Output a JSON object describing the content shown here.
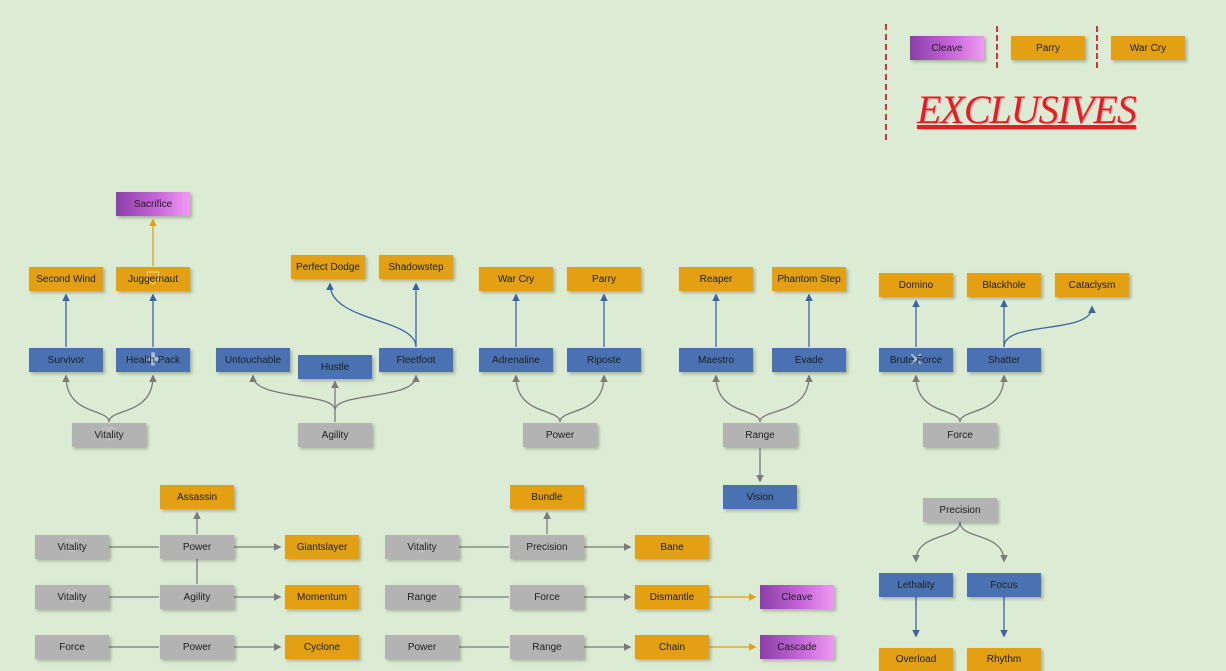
{
  "legend": {
    "title": "EXCLUSIVES",
    "items": [
      {
        "label": "Cleave",
        "color": "purple"
      },
      {
        "label": "Parry",
        "color": "orange"
      },
      {
        "label": "War Cry",
        "color": "orange"
      }
    ]
  },
  "colors": {
    "background": "#dcebd3",
    "base_stat": "#b3b3b3",
    "tier_skill": "#4a72b2",
    "ability": "#e2a012",
    "exclusive": "#b052c8",
    "edge_grey": "#7a7a7a",
    "edge_blue": "#3e63a3",
    "edge_orange": "#e2a012",
    "title_red": "#e41e26"
  },
  "nodes": {
    "sacrifice": "Sacrifice",
    "second_wind": "Second Wind",
    "juggernaut": "Juggernaut",
    "survivor": "Survivor",
    "health_pack": "Health Pack",
    "vitality_1": "Vitality",
    "perfect_dodge": "Perfect Dodge",
    "shadowstep": "Shadowstep",
    "untouchable": "Untouchable",
    "hustle": "Hustle",
    "fleetfoot": "Fleetfoot",
    "agility_1": "Agility",
    "war_cry": "War Cry",
    "parry": "Parry",
    "adrenaline": "Adrenaline",
    "riposte": "Riposte",
    "power_1": "Power",
    "reaper": "Reaper",
    "phantom_step": "Phantom Step",
    "maestro": "Maestro",
    "evade": "Evade",
    "range_1": "Range",
    "vision": "Vision",
    "domino": "Domino",
    "blackhole": "Blackhole",
    "cataclysm": "Cataclysm",
    "brute_force": "Brute Force",
    "shatter": "Shatter",
    "force_1": "Force",
    "assassin": "Assassin",
    "vitality_2": "Vitality",
    "power_2": "Power",
    "giantslayer": "Giantslayer",
    "vitality_3": "Vitality",
    "agility_2": "Agility",
    "momentum": "Momentum",
    "force_2": "Force",
    "power_3": "Power",
    "cyclone": "Cyclone",
    "bundle": "Bundle",
    "vitality_4": "Vitality",
    "precision_1": "Precision",
    "bane": "Bane",
    "range_2": "Range",
    "force_3": "Force",
    "dismantle": "Dismantle",
    "cleave": "Cleave",
    "power_4": "Power",
    "range_3": "Range",
    "chain": "Chain",
    "cascade": "Cascade",
    "precision_2": "Precision",
    "lethality": "Lethality",
    "focus": "Focus",
    "overload": "Overload",
    "rhythm": "Rhythm"
  },
  "icons": {
    "vitality": "heart-icon",
    "agility": "running-figure-icon",
    "power": "spade-icon",
    "range": "crosshair-icon",
    "force": "star-burst-icon",
    "precision": "target-icon"
  }
}
